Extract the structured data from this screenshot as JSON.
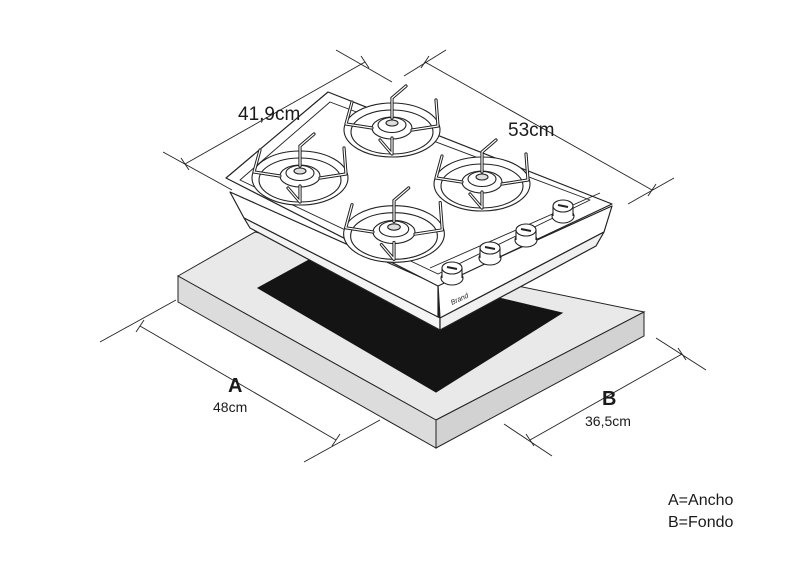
{
  "dimensions": {
    "hob_depth": "41,9cm",
    "hob_width": "53cm",
    "cutout_a_letter": "A",
    "cutout_a_value": "48cm",
    "cutout_b_letter": "B",
    "cutout_b_value": "36,5cm"
  },
  "legend": {
    "line_a": "A=Ancho",
    "line_b": "B=Fondo"
  },
  "colors": {
    "line": "#222222",
    "countertop_fill": "#e9e9e9",
    "cutout_fill": "#141414",
    "hob_fill": "#ffffff"
  }
}
